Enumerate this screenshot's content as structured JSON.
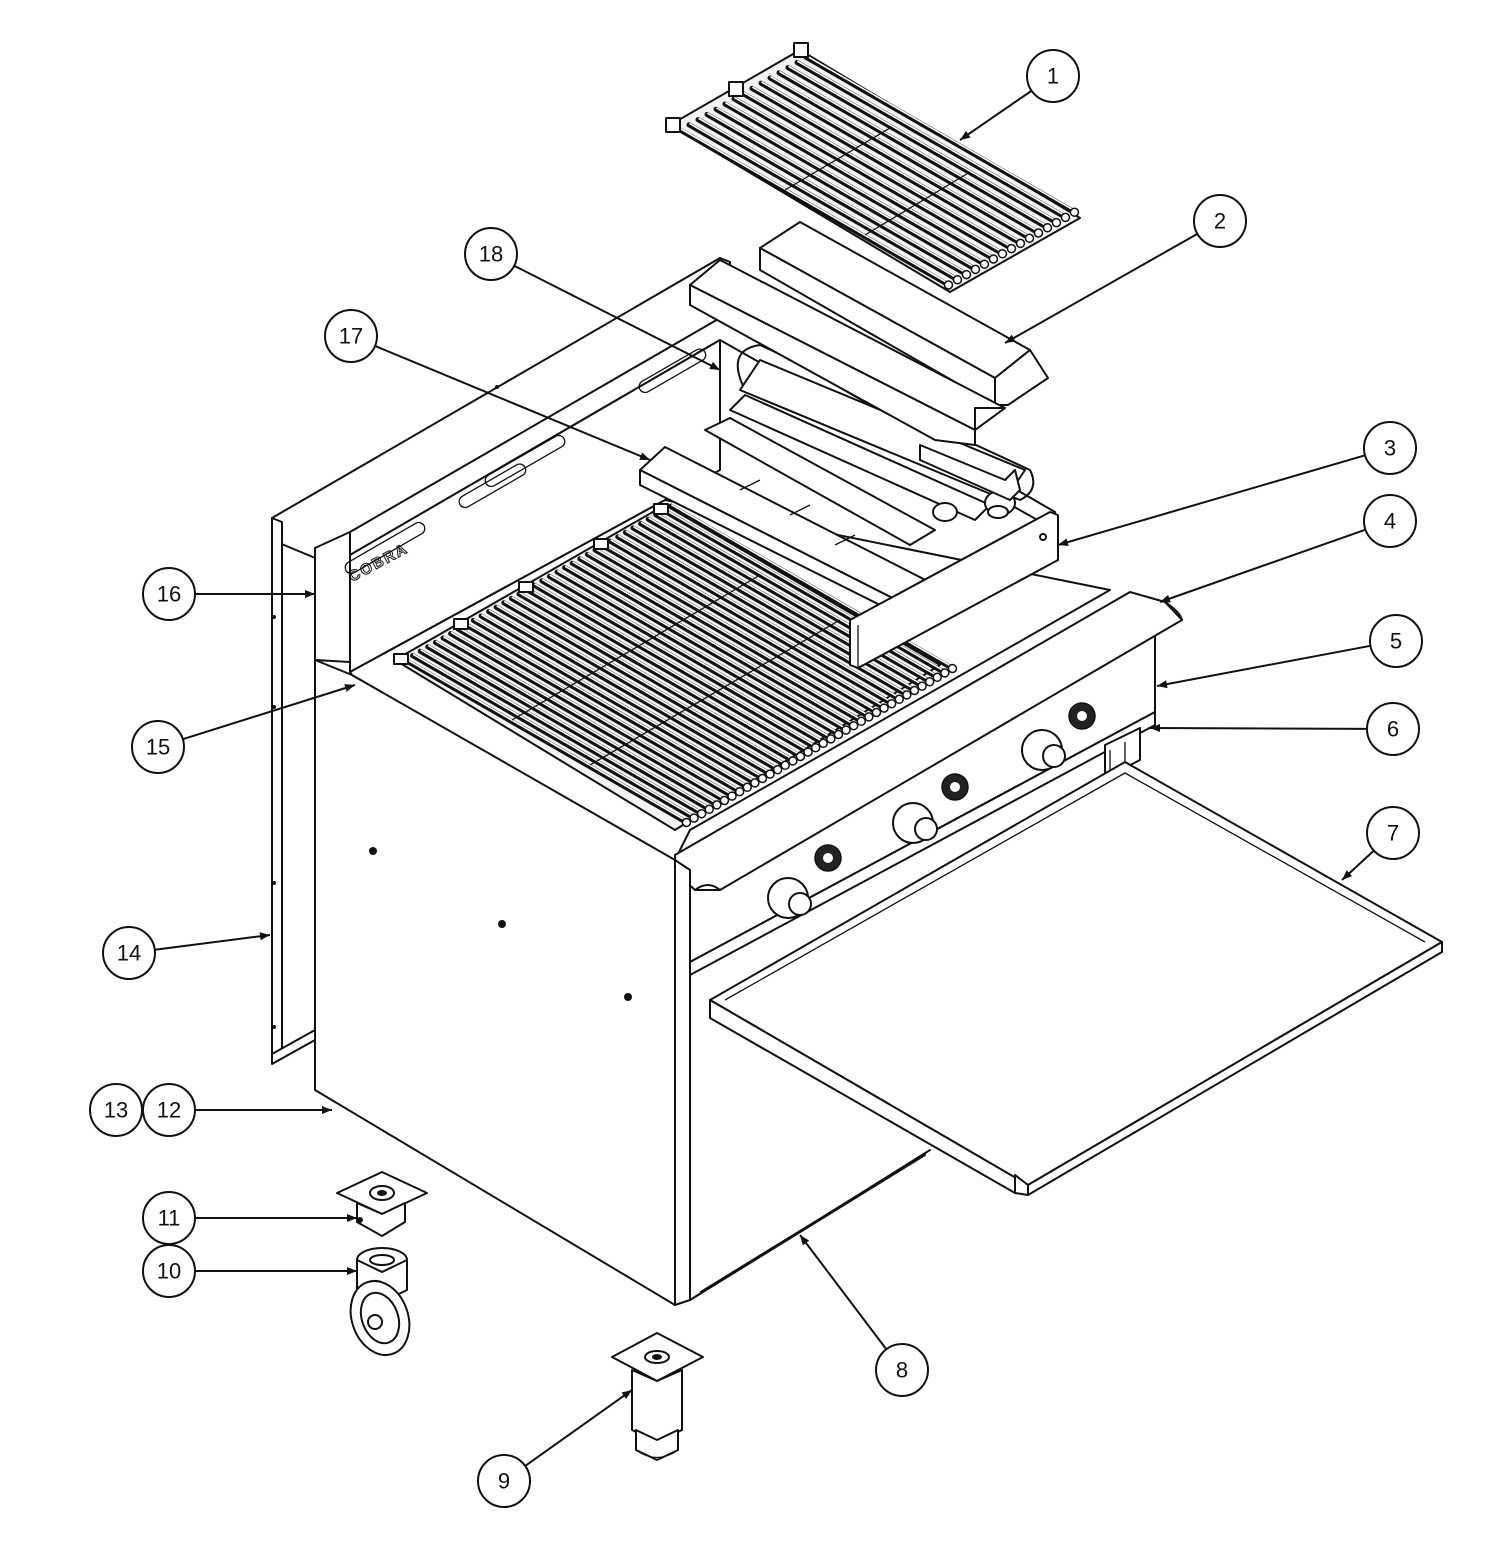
{
  "diagram": {
    "brand_label": "COBRA",
    "callouts": [
      {
        "number": "1"
      },
      {
        "number": "2"
      },
      {
        "number": "3"
      },
      {
        "number": "4"
      },
      {
        "number": "5"
      },
      {
        "number": "6"
      },
      {
        "number": "7"
      },
      {
        "number": "8"
      },
      {
        "number": "9"
      },
      {
        "number": "10"
      },
      {
        "number": "11"
      },
      {
        "number": "12"
      },
      {
        "number": "13"
      },
      {
        "number": "14"
      },
      {
        "number": "15"
      },
      {
        "number": "16"
      },
      {
        "number": "17"
      },
      {
        "number": "18"
      }
    ],
    "colors": {
      "line": "#111111",
      "background": "#ffffff"
    }
  }
}
